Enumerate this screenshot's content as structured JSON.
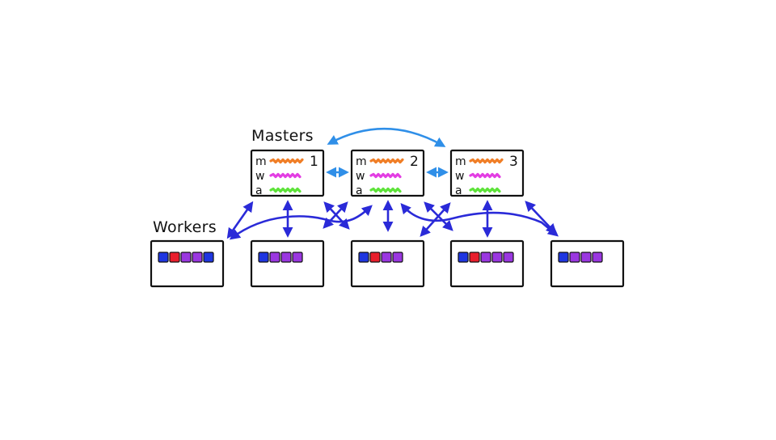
{
  "labels": {
    "masters": "Masters",
    "workers": "Workers"
  },
  "masters": [
    {
      "number": "1",
      "rows": [
        "m",
        "w",
        "a"
      ]
    },
    {
      "number": "2",
      "rows": [
        "m",
        "w",
        "a"
      ]
    },
    {
      "number": "3",
      "rows": [
        "m",
        "w",
        "a"
      ]
    }
  ],
  "workers": [
    {
      "blocks": [
        "blue",
        "red",
        "purple",
        "purple",
        "blue"
      ]
    },
    {
      "blocks": [
        "blue",
        "purple",
        "purple",
        "purple"
      ]
    },
    {
      "blocks": [
        "blue",
        "red",
        "purple",
        "purple"
      ]
    },
    {
      "blocks": [
        "blue",
        "red",
        "purple",
        "purple",
        "purple"
      ]
    },
    {
      "blocks": [
        "blue",
        "purple",
        "purple",
        "purple"
      ]
    }
  ],
  "colors": {
    "m_line": "#f07e26",
    "w_line": "#e33ee3",
    "a_line": "#5ee33a",
    "master_arrow": "#2f8fe8",
    "worker_arrow": "#2a2ad8",
    "blue": "#1f36e0",
    "red": "#e81e2c",
    "purple": "#9a37e0"
  }
}
